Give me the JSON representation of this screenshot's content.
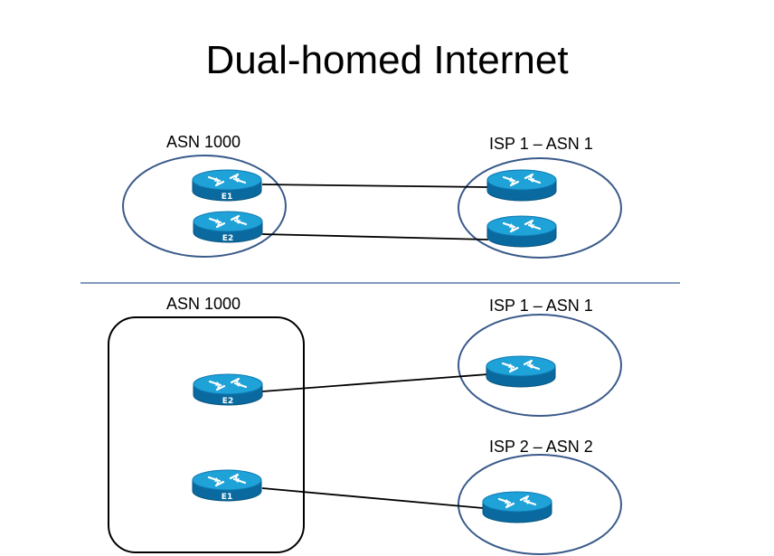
{
  "title": "Dual-homed Internet",
  "top_scenario": {
    "left_label": "ASN 1000",
    "right_label": "ISP 1 – ASN 1",
    "routers_left": [
      "E1",
      "E2"
    ],
    "routers_right": [
      "",
      ""
    ]
  },
  "bottom_scenario": {
    "left_label": "ASN 1000",
    "isp1_label": "ISP 1 – ASN 1",
    "isp2_label": "ISP 2 – ASN 2",
    "routers_left": [
      "E2",
      "E1"
    ]
  },
  "colors": {
    "ellipse_stroke": "#3a5a8a",
    "divider": "#5a78a8",
    "router_top": "#1fa2d8",
    "router_body": "#0a6aa0",
    "router_edge": "#075580"
  }
}
